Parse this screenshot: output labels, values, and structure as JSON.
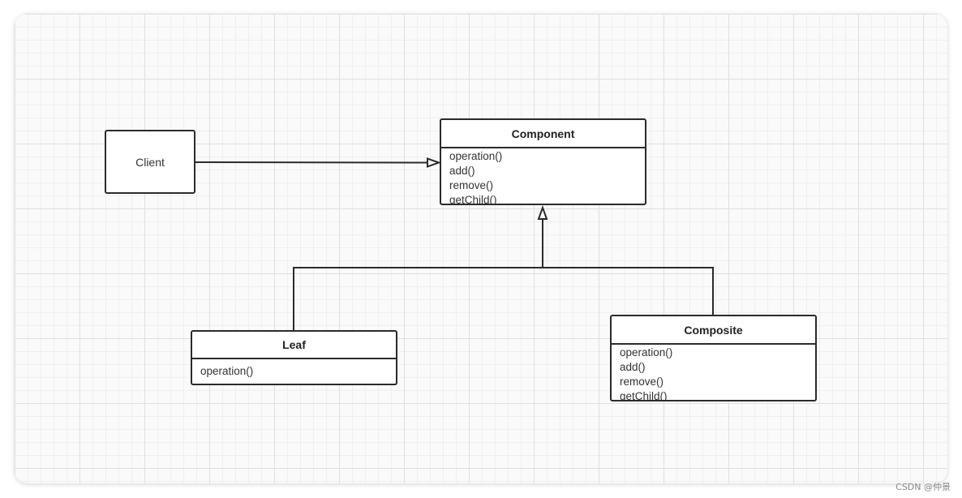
{
  "diagram": {
    "client": {
      "label": "Client"
    },
    "component": {
      "name": "Component",
      "methods": [
        "operation()",
        "add()",
        "remove()",
        "getChild()"
      ]
    },
    "leaf": {
      "name": "Leaf",
      "methods": [
        "operation()"
      ]
    },
    "composite": {
      "name": "Composite",
      "methods": [
        "operation()",
        "add()",
        "remove()",
        "getChild()"
      ]
    }
  },
  "watermark": "CSDN @仲景",
  "colors": {
    "line": "#2b2b2b",
    "grid_major": "#dfdfdf",
    "grid_minor": "#efefef"
  }
}
